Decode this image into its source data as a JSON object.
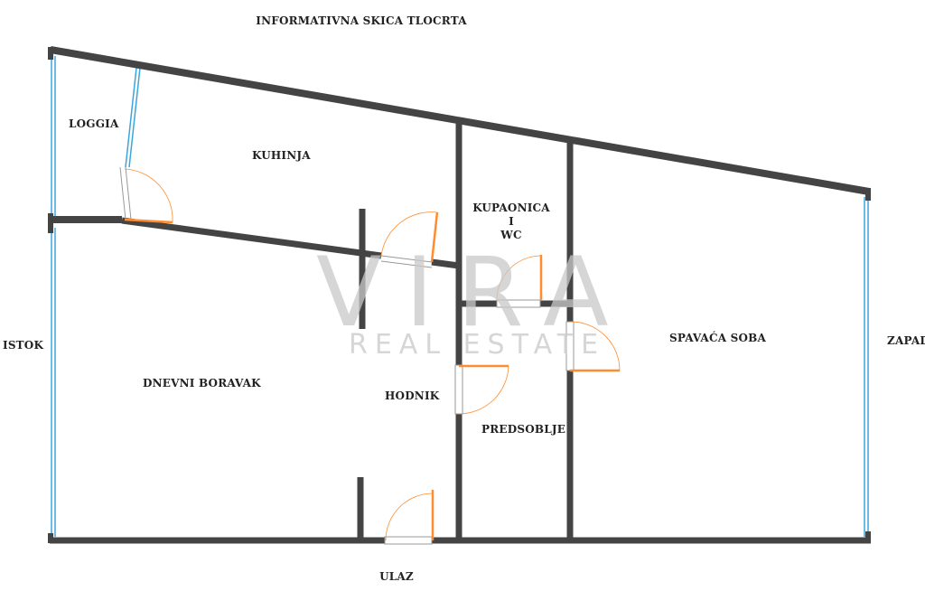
{
  "title": "INFORMATIVNA SKICA TLOCRTA",
  "watermark": {
    "main": "VIRA",
    "sub": "REAL ESTATE"
  },
  "directions": {
    "east": "ISTOK",
    "west": "ZAPAD",
    "entrance": "ULAZ"
  },
  "rooms": {
    "loggia": "LOGGIA",
    "kitchen": "KUHINJA",
    "bathroom_line1": "KUPAONICA",
    "bathroom_line2": "I",
    "bathroom_line3": "WC",
    "bedroom": "SPAVAĆA SOBA",
    "living_room": "DNEVNI BORAVAK",
    "hallway": "HODNIK",
    "foyer": "PREDSOBLJE"
  },
  "colors": {
    "wall": "#444444",
    "door": "#ff8c2e",
    "window": "#3aa6dd",
    "watermark": "#c9c9c9"
  }
}
